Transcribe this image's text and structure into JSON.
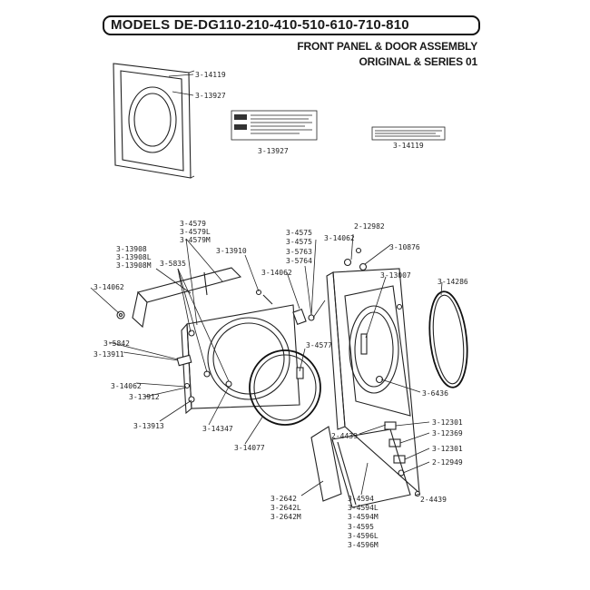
{
  "header": {
    "title": "MODELS DE-DG110-210-410-510-610-710-810",
    "subtitle_line1": "FRONT PANEL & DOOR ASSEMBLY",
    "subtitle_line2": "ORIGINAL & SERIES 01"
  },
  "inset": {
    "labels": [
      "3-14119",
      "3-13927"
    ]
  },
  "decals": {
    "left_caption": "3-13927",
    "right_caption": "3-14119"
  },
  "callouts": {
    "c4579": "3-4579",
    "c4579L": "3-4579L",
    "c4579M": "3-4579M",
    "c13908": "3-13908",
    "c13908L": "3-13908L",
    "c13908M": "3-13908M",
    "c5835": "3-5835",
    "c13910": "3-13910",
    "c14062a": "3-14062",
    "c5842": "3-5842",
    "c13911": "3-13911",
    "c14062b": "3-14062",
    "c13912": "3-13912",
    "c13913": "3-13913",
    "c14347": "3-14347",
    "c14077": "3-14077",
    "c4575a": "3-4575",
    "c4575b": "3-4575",
    "c5763": "3-5763",
    "c5764": "3-5764",
    "c14062c": "3-14062",
    "c14062d": "3-14062",
    "c4577": "3-4577",
    "c12982": "2-12982",
    "c10876": "3-10876",
    "c13007": "3-13007",
    "c14286": "3-14286",
    "c6436": "3-6436",
    "c4439a": "2-4439",
    "c12301a": "3-12301",
    "c12369": "3-12369",
    "c12301b": "3-12301",
    "c12949": "2-12949",
    "c4439b": "2-4439",
    "c2642": "3-2642",
    "c2642L": "3-2642L",
    "c2642M": "3-2642M",
    "c4594": "3-4594",
    "c4594L": "3-4594L",
    "c4594M": "3-4594M",
    "c4595": "3-4595",
    "c4596L": "3-4596L",
    "c4596M": "3-4596M"
  }
}
